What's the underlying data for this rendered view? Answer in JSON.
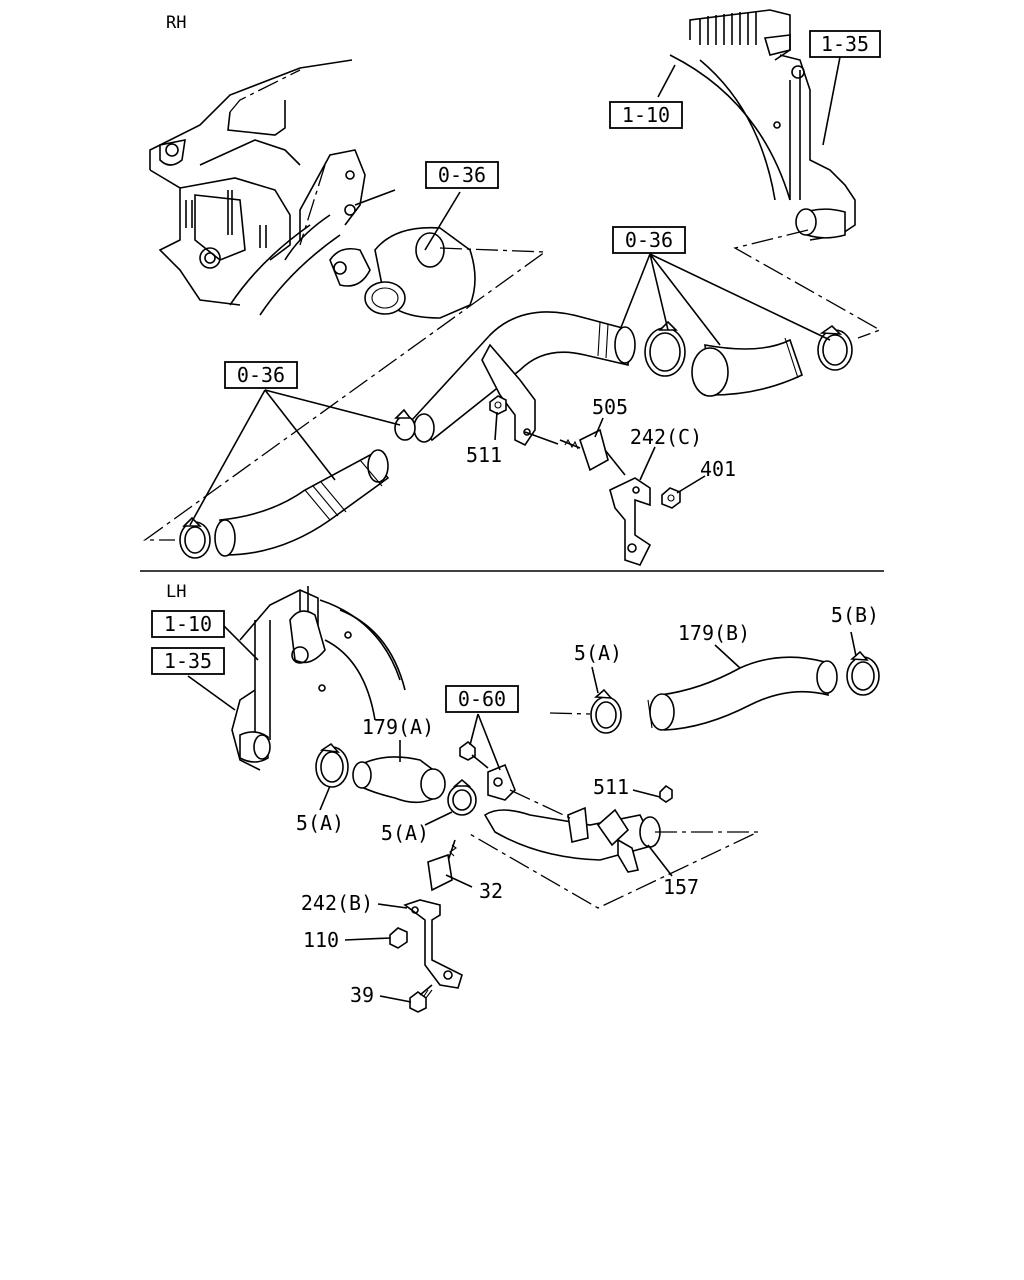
{
  "sections": {
    "rh": "RH",
    "lh": "LH"
  },
  "references": {
    "rh_1_35": "1-35",
    "rh_1_10": "1-10",
    "rh_0_36_engine": "0-36",
    "rh_0_36_right": "0-36",
    "rh_0_36_left": "0-36",
    "lh_1_10": "1-10",
    "lh_1_35": "1-35",
    "lh_0_60": "0-60"
  },
  "callouts": {
    "rh_505": "505",
    "rh_511": "511",
    "rh_242c": "242(C)",
    "rh_401": "401",
    "lh_179a": "179(A)",
    "lh_179b": "179(B)",
    "lh_5b": "5(B)",
    "lh_5a_top": "5(A)",
    "lh_5a_left": "5(A)",
    "lh_5a_mid": "5(A)",
    "lh_511": "511",
    "lh_157": "157",
    "lh_32": "32",
    "lh_242b": "242(B)",
    "lh_110": "110",
    "lh_39": "39"
  }
}
